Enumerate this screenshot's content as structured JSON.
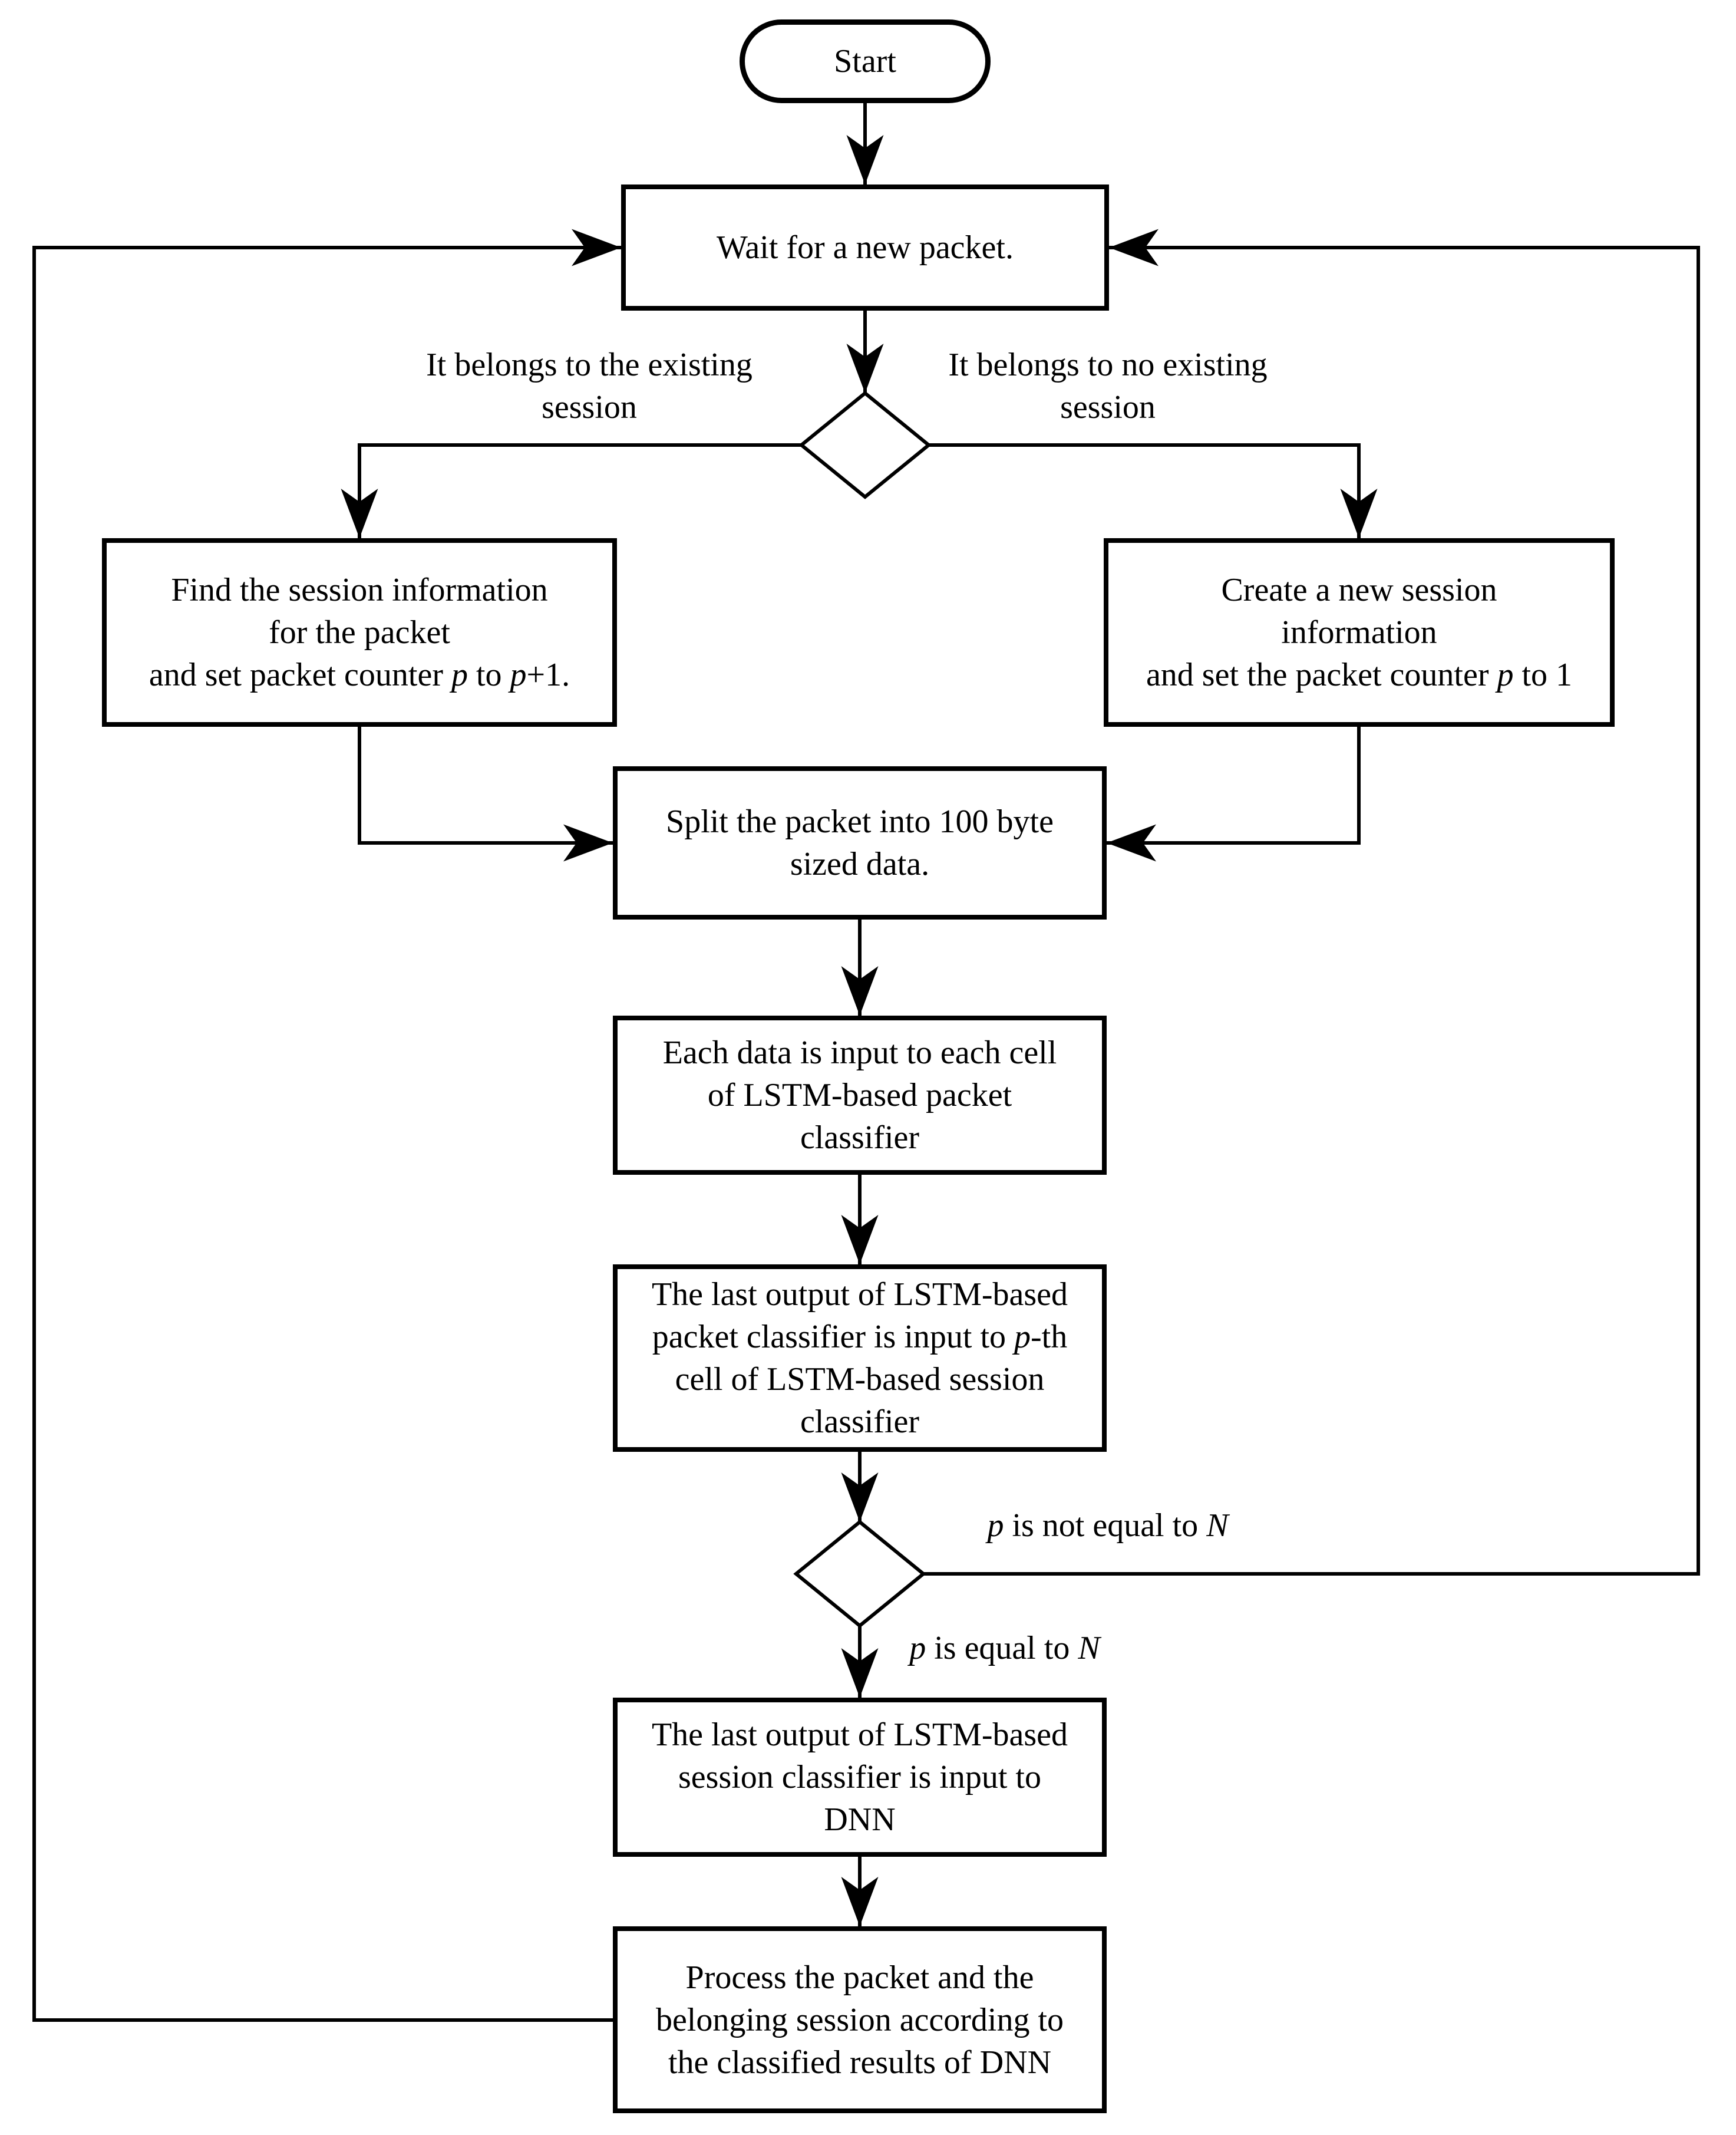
{
  "colors": {
    "ink": "#000000",
    "background": "#ffffff"
  },
  "nodes": {
    "start": {
      "label": "Start"
    },
    "wait": {
      "label": "Wait for a new packet."
    },
    "find_session": {
      "line1": "Find the session information",
      "line2": "for the packet",
      "line3_pre": "and set packet counter ",
      "line3_var1": "p",
      "line3_mid": " to ",
      "line3_var2": "p",
      "line3_suf": "+1."
    },
    "create_session": {
      "line1": "Create a new session",
      "line2": "information",
      "line3_pre": "and set the packet counter ",
      "line3_var": "p",
      "line3_suf": " to 1"
    },
    "split_packet": {
      "line1": "Split the packet into 100 byte",
      "line2": "sized data."
    },
    "packet_classifier_input": {
      "line1": "Each data is input to each cell",
      "line2": "of LSTM-based packet",
      "line3": "classifier"
    },
    "session_classifier_input": {
      "line1": "The last output of LSTM-based",
      "line2_pre": "packet classifier is input to ",
      "line2_var": "p",
      "line2_suf": "-th",
      "line3": "cell of LSTM-based session",
      "line4": "classifier"
    },
    "dnn_input": {
      "line1": "The last output of LSTM-based",
      "line2": "session classifier is input to",
      "line3": "DNN"
    },
    "process_results": {
      "line1": "Process the packet and the",
      "line2": "belonging session according to",
      "line3": "the classified results of DNN"
    }
  },
  "labels": {
    "branch_existing": {
      "line1": "It belongs to the existing",
      "line2": "session"
    },
    "branch_new": {
      "line1": "It belongs to no existing",
      "line2": "session"
    },
    "loop_not_equal": {
      "var1": "p",
      "mid": " is not equal to ",
      "var2": "N"
    },
    "proceed_equal": {
      "var1": "p",
      "mid": " is equal to ",
      "var2": "N"
    }
  }
}
